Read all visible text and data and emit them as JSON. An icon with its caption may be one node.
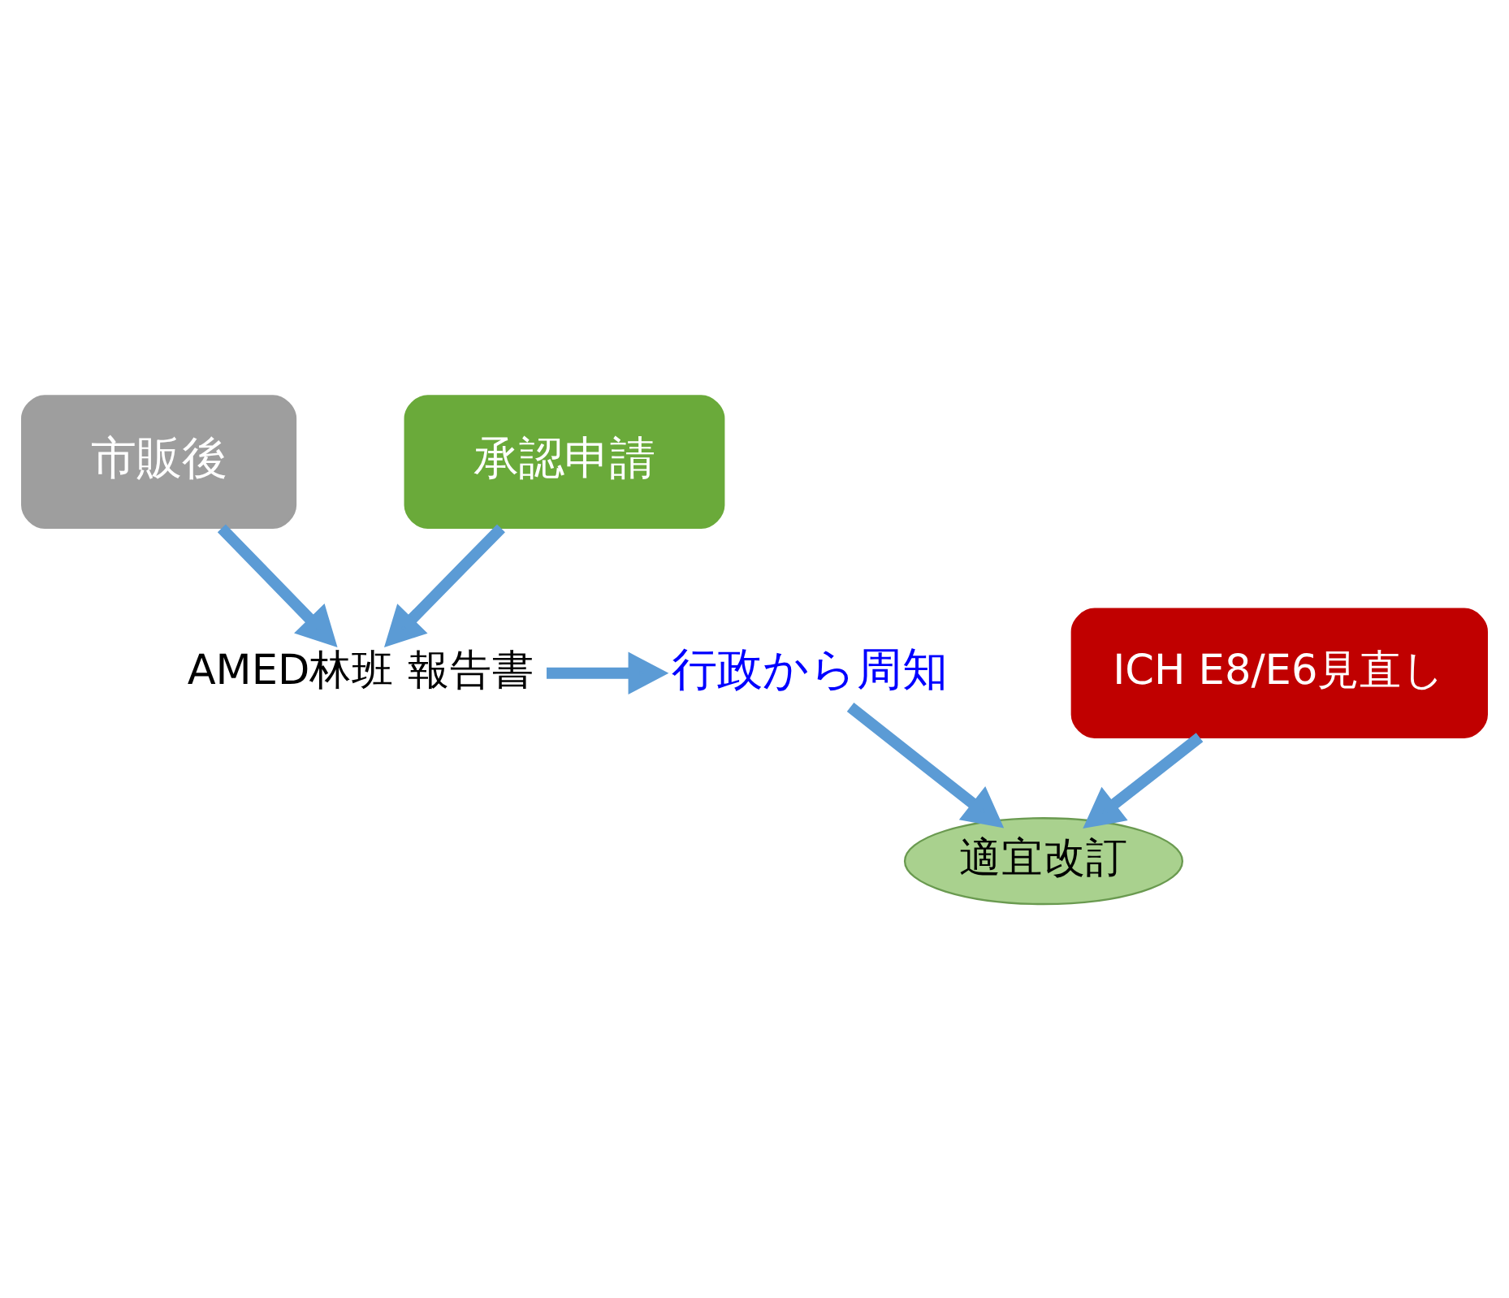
{
  "diagram": {
    "nodes": [
      {
        "text": [
          "市販後"
        ]
      },
      {
        "text": [
          "承認申請"
        ]
      },
      {
        "text": [
          "AMED林班 報告書"
        ]
      },
      {
        "text": [
          "行政から周知"
        ]
      },
      {
        "text": [
          "ICH E8/E6見直し"
        ]
      },
      {
        "text": [
          "適宜改訂"
        ]
      }
    ],
    "edges": [
      {
        "from": 0,
        "to": 2,
        "arrow": "to"
      },
      {
        "from": 1,
        "to": 2,
        "arrow": "to"
      },
      {
        "from": 2,
        "to": 3,
        "arrow": "to"
      },
      {
        "from": 3,
        "to": 5,
        "arrow": "to"
      },
      {
        "from": 4,
        "to": 5,
        "arrow": "to"
      }
    ]
  }
}
